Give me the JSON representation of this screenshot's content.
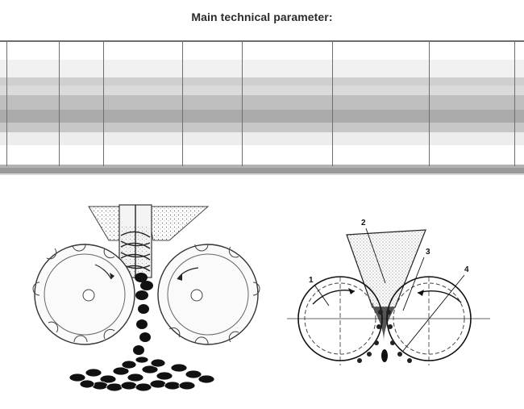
{
  "page": {
    "title": "Main technical parameter:"
  },
  "param_table": {
    "column_count": 9,
    "row_tone_colors": [
      "#ffffff",
      "#e9e9e9",
      "#cfcfcf",
      "#b4b4b4",
      "#aaaaaa",
      "#cdcdcd",
      "#f4f4f4",
      "#ffffff",
      "#bdbdbd"
    ]
  },
  "press_diagram": {
    "callouts": [
      "1",
      "2",
      "3",
      "4"
    ]
  }
}
